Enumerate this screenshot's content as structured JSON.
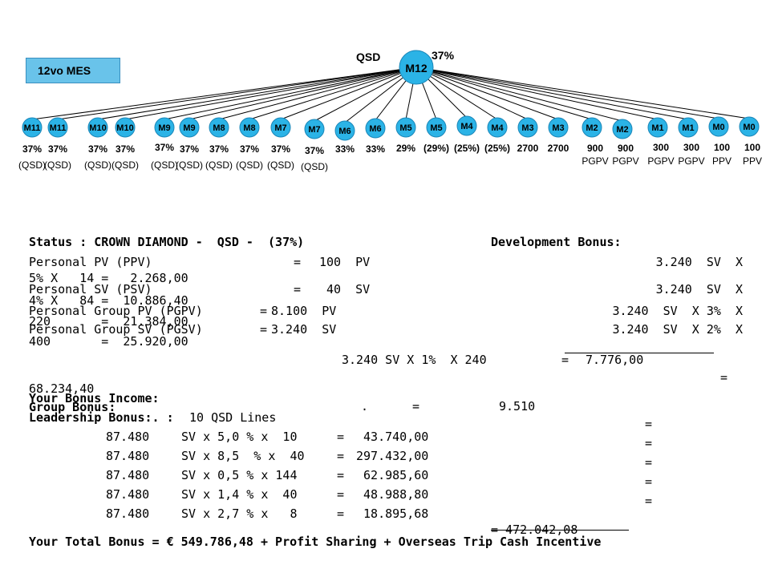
{
  "top_node": {
    "label": "M12",
    "left_label": "QSD",
    "right_label": "37%"
  },
  "month_label": "12vo MES",
  "nodes": [
    {
      "label": "M11",
      "pct": "37%",
      "sub": "(QSD)"
    },
    {
      "label": "M11",
      "pct": "37%",
      "sub": "(QSD)"
    },
    {
      "label": "M10",
      "pct": "37%",
      "sub": "(QSD)"
    },
    {
      "label": "M10",
      "pct": "37%",
      "sub": "(QSD)"
    },
    {
      "label": "M9",
      "pct": "37%",
      "sub": "(QSD)"
    },
    {
      "label": "M9",
      "pct": "37%",
      "sub": "(QSD)"
    },
    {
      "label": "M8",
      "pct": "37%",
      "sub": "(QSD)"
    },
    {
      "label": "M8",
      "pct": "37%",
      "sub": "(QSD)"
    },
    {
      "label": "M7",
      "pct": "37%",
      "sub": "(QSD)"
    },
    {
      "label": "M7",
      "pct": "37%",
      "sub": "(QSD)"
    },
    {
      "label": "M6",
      "pct": "33%",
      "sub": ""
    },
    {
      "label": "M6",
      "pct": "33%",
      "sub": ""
    },
    {
      "label": "M5",
      "pct": "29%",
      "sub": ""
    },
    {
      "label": "M5",
      "pct": "(29%)",
      "sub": ""
    },
    {
      "label": "M4",
      "pct": "(25%)",
      "sub": ""
    },
    {
      "label": "M4",
      "pct": "(25%)",
      "sub": ""
    },
    {
      "label": "M3",
      "pct": "2700",
      "sub": ""
    },
    {
      "label": "M3",
      "pct": "2700",
      "sub": ""
    },
    {
      "label": "M2",
      "pct": "900",
      "sub": "PGPV"
    },
    {
      "label": "M2",
      "pct": "900",
      "sub": "PGPV"
    },
    {
      "label": "M1",
      "pct": "300",
      "sub": "PGPV"
    },
    {
      "label": "M1",
      "pct": "300",
      "sub": "PGPV"
    },
    {
      "label": "M0",
      "pct": "100",
      "sub": "PPV"
    },
    {
      "label": "M0",
      "pct": "100",
      "sub": "PPV"
    }
  ],
  "status_line": "Status : CROWN DIAMOND -  QSD -  (37%)",
  "development_bonus_label": "Development Bonus:",
  "personal_rows": [
    {
      "label": "Personal PV (PPV)",
      "eq": "=",
      "value": "100  PV",
      "calc": "3.240  SV  X",
      "wrap": "5% X   14 =   2.268,00"
    },
    {
      "label": "Personal SV (PSV)",
      "eq": "=",
      "value": " 40  SV",
      "calc": "3.240  SV  X",
      "wrap": "4% X   84 =  10.886,40"
    },
    {
      "label": "Personal Group PV (PGPV)",
      "eq": "=",
      "value": "8.100  PV",
      "calc": "3.240  SV  X 3%  X",
      "wrap": "220       =  21.384,00"
    },
    {
      "label": "Personal Group SV (PGSV)",
      "eq": "=",
      "value": "3.240  SV",
      "calc": "3.240  SV  X 2%  X",
      "wrap": "400       =  25.920,00"
    }
  ],
  "dev_last": {
    "calc": "3.240 SV X 1%  X 240",
    "eq": "=",
    "value": "7.776,00"
  },
  "dev_total_eq": "=",
  "dev_total": "68.234,40",
  "your_bonus_income": "Your Bonus Income:",
  "group_bonus": {
    "label": "Group Bonus:",
    "dot": ".",
    "eq": "=",
    "value": "9.510"
  },
  "leadership_bonus": {
    "label": "Leadership Bonus:. :",
    "lines": "10 QSD Lines"
  },
  "leadership_rows": [
    {
      "sv": "87.480",
      "formula": "SV x 5,0 % x  10",
      "eq": "=",
      "value": " 43.740,00",
      "eq2": "="
    },
    {
      "sv": "87.480",
      "formula": "SV x 8,5  % x  40",
      "eq": "=",
      "value": "297.432,00",
      "eq2": "="
    },
    {
      "sv": "87.480",
      "formula": "SV x 0,5 % x 144",
      "eq": "=",
      "value": " 62.985,60",
      "eq2": "="
    },
    {
      "sv": "87.480",
      "formula": "SV x 1,4 % x  40",
      "eq": "=",
      "value": " 48.988,80",
      "eq2": "="
    },
    {
      "sv": "87.480",
      "formula": "SV x 2,7 % x   8",
      "eq": "=",
      "value": " 18.895,68",
      "eq2": "="
    }
  ],
  "leadership_total": "= 472.042,08",
  "total_line": "Your Total Bonus = € 549.786,48 + Profit Sharing + Overseas Trip Cash Incentive",
  "colors": {
    "node": "#2bb3e6",
    "node_stroke": "#1a86b8",
    "box": "#69c3ea"
  }
}
